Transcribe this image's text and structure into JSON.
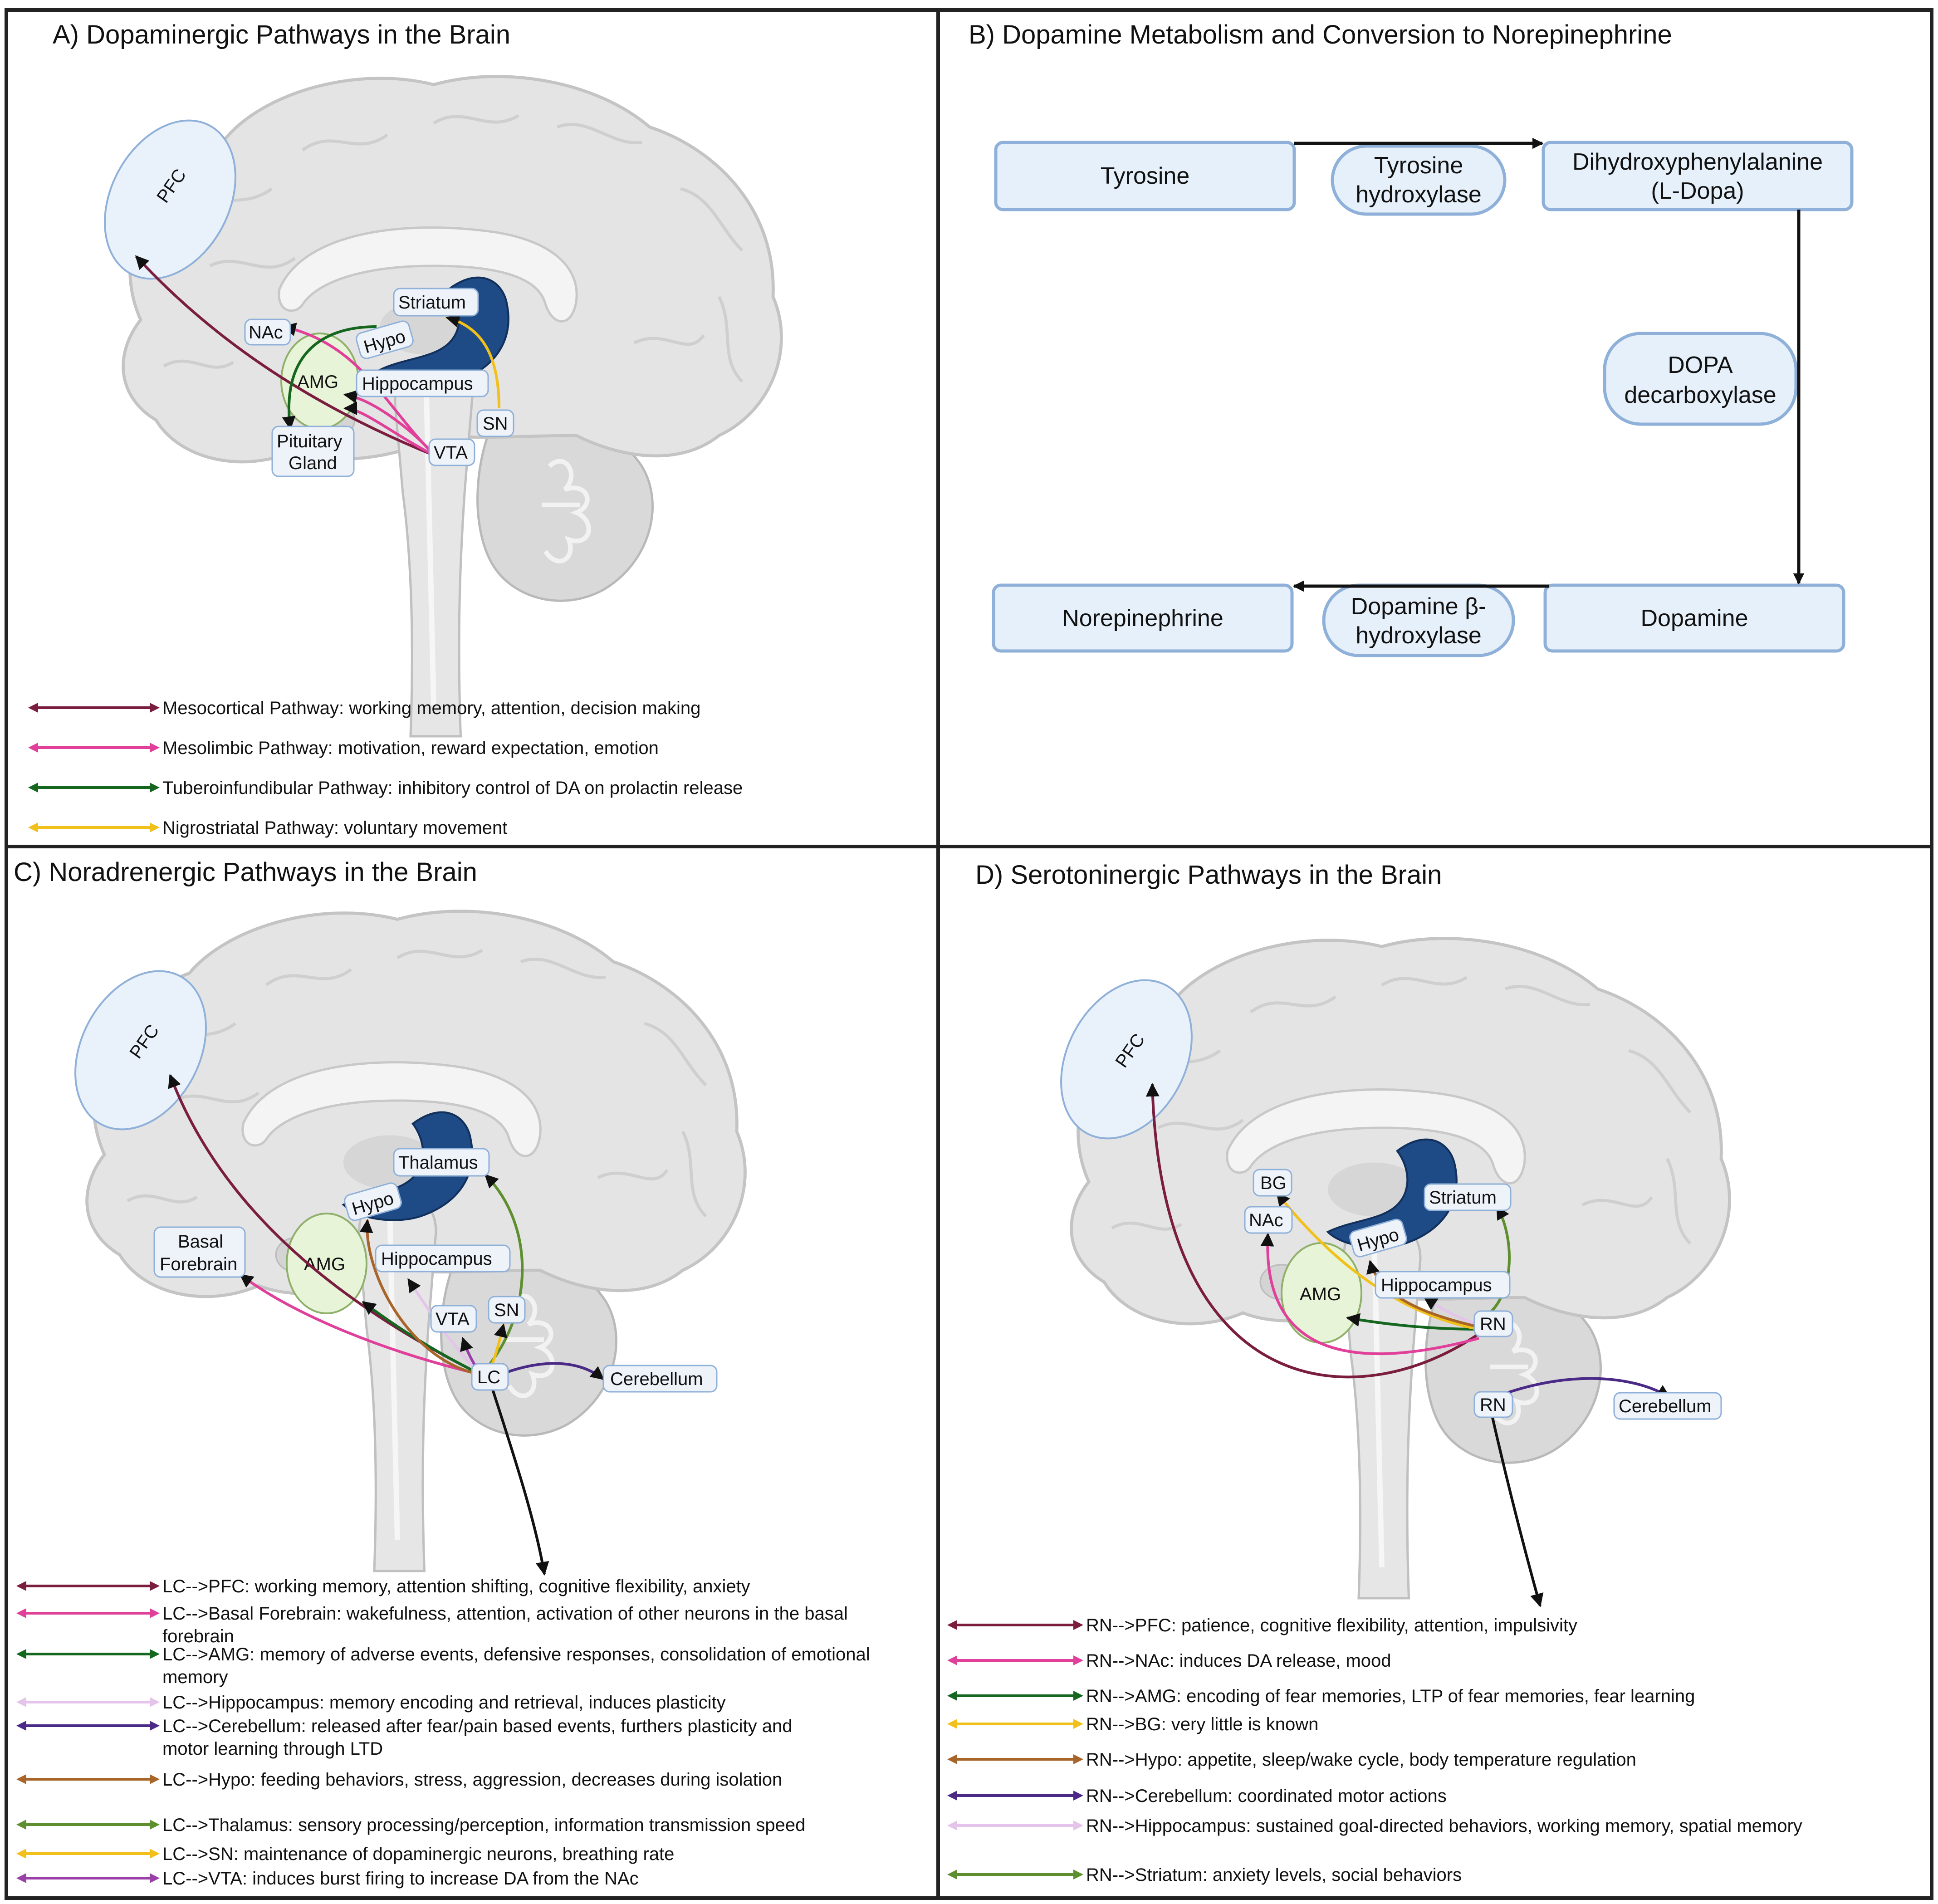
{
  "panelA": {
    "title": "A) Dopaminergic Pathways in the Brain",
    "labels": {
      "pfc": "PFC",
      "striatum": "Striatum",
      "nac": "NAc",
      "hypo": "Hypo",
      "amg": "AMG",
      "hippocampus": "Hippocampus",
      "sn": "SN",
      "pituitary_line1": "Pituitary",
      "pituitary_line2": "Gland",
      "vta": "VTA"
    },
    "legend": [
      {
        "color": "#7a1d3f",
        "text": "Mesocortical Pathway: working memory, attention, decision making"
      },
      {
        "color": "#e0409a",
        "text": "Mesolimbic Pathway: motivation, reward expectation, emotion"
      },
      {
        "color": "#15661f",
        "text": "Tuberoinfundibular Pathway: inhibitory control of DA on prolactin release"
      },
      {
        "color": "#f2c01a",
        "text": "Nigrostriatal Pathway: voluntary movement"
      }
    ]
  },
  "panelB": {
    "title": "B) Dopamine Metabolism and Conversion to Norepinephrine",
    "nodes": {
      "tyrosine": "Tyrosine",
      "ldopa_line1": "Dihydroxyphenylalanine",
      "ldopa_line2": "(L-Dopa)",
      "dopamine": "Dopamine",
      "norepinephrine": "Norepinephrine"
    },
    "enzymes": {
      "th_line1": "Tyrosine",
      "th_line2": "hydroxylase",
      "ddc_line1": "DOPA",
      "ddc_line2": "decarboxylase",
      "dbh_line1": "Dopamine β-",
      "dbh_line2": "hydroxylase"
    }
  },
  "panelC": {
    "title": "C) Noradrenergic Pathways in the Brain",
    "labels": {
      "pfc": "PFC",
      "thalamus": "Thalamus",
      "hypo": "Hypo",
      "basal_line1": "Basal",
      "basal_line2": "Forebrain",
      "amg": "AMG",
      "hippocampus": "Hippocampus",
      "vta": "VTA",
      "sn": "SN",
      "lc": "LC",
      "cerebellum": "Cerebellum"
    },
    "legend": [
      {
        "color": "#7a1d3f",
        "lines": [
          "LC-->PFC: working memory, attention shifting, cognitive flexibility, anxiety"
        ]
      },
      {
        "color": "#e0409a",
        "lines": [
          "LC-->Basal Forebrain: wakefulness, attention, activation of other neurons in the basal",
          "forebrain"
        ]
      },
      {
        "color": "#15661f",
        "lines": [
          "LC-->AMG: memory of adverse events, defensive responses, consolidation of emotional",
          "memory"
        ]
      },
      {
        "color": "#e4c4ea",
        "lines": [
          "LC-->Hippocampus: memory encoding and retrieval, induces plasticity"
        ]
      },
      {
        "color": "#4a2a86",
        "lines": [
          "LC-->Cerebellum: released after fear/pain based events, furthers plasticity and",
          "motor learning through LTD"
        ]
      },
      {
        "color": "#a8652a",
        "lines": [
          "LC-->Hypo: feeding behaviors, stress, aggression, decreases during isolation"
        ]
      },
      {
        "color": "#5e8f2e",
        "lines": [
          "LC-->Thalamus: sensory processing/perception, information transmission speed"
        ]
      },
      {
        "color": "#f2c01a",
        "lines": [
          "LC-->SN: maintenance of dopaminergic neurons, breathing rate"
        ]
      },
      {
        "color": "#9a3fa8",
        "lines": [
          "LC-->VTA: induces burst firing to increase DA from the NAc"
        ]
      }
    ]
  },
  "panelD": {
    "title": "D) Serotoninergic Pathways in the Brain",
    "labels": {
      "pfc": "PFC",
      "bg": "BG",
      "nac": "NAc",
      "striatum": "Striatum",
      "hypo": "Hypo",
      "amg": "AMG",
      "hippocampus": "Hippocampus",
      "rn_upper": "RN",
      "rn_lower": "RN",
      "cerebellum": "Cerebellum"
    },
    "legend": [
      {
        "color": "#7a1d3f",
        "text": "RN-->PFC: patience, cognitive flexibility, attention, impulsivity"
      },
      {
        "color": "#e0409a",
        "text": "RN-->NAc: induces DA release, mood"
      },
      {
        "color": "#15661f",
        "text": "RN-->AMG: encoding of fear memories, LTP of fear memories, fear learning"
      },
      {
        "color": "#f2c01a",
        "text": "RN-->BG: very little is known"
      },
      {
        "color": "#a8652a",
        "text": "RN-->Hypo: appetite, sleep/wake cycle, body temperature regulation"
      },
      {
        "color": "#4a2a86",
        "text": "RN-->Cerebellum: coordinated motor actions"
      },
      {
        "color": "#e4c4ea",
        "text": "RN-->Hippocampus: sustained goal-directed behaviors, working memory, spatial memory"
      },
      {
        "color": "#5e8f2e",
        "text": "RN-->Striatum: anxiety levels, social behaviors"
      }
    ]
  }
}
